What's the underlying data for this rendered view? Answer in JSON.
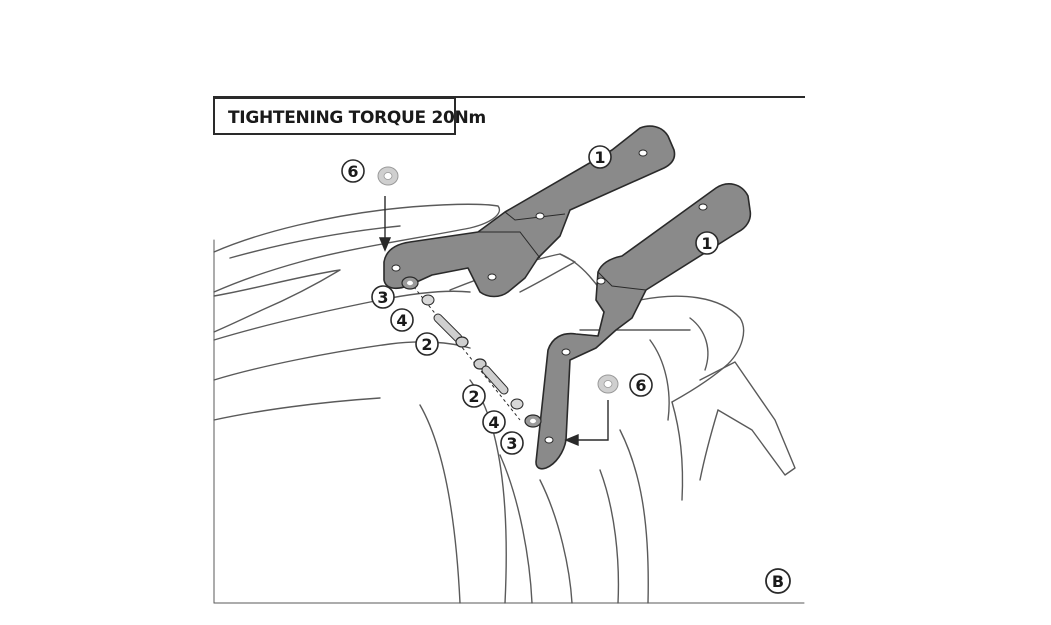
{
  "header": {
    "torque_label": "TIGHTENING TORQUE 20Nm"
  },
  "view_label": "B",
  "callouts": {
    "c1a": "1",
    "c1b": "1",
    "c6a": "6",
    "c6b": "6",
    "c3a": "3",
    "c4a": "4",
    "c2a": "2",
    "c2b": "2",
    "c4b": "4",
    "c3b": "3"
  },
  "colors": {
    "bracket_fill": "#8a8a8a",
    "outline": "#2a2a2a",
    "vehicle_line": "#5a5a5a",
    "hardware_fill": "#cfcfcf"
  }
}
